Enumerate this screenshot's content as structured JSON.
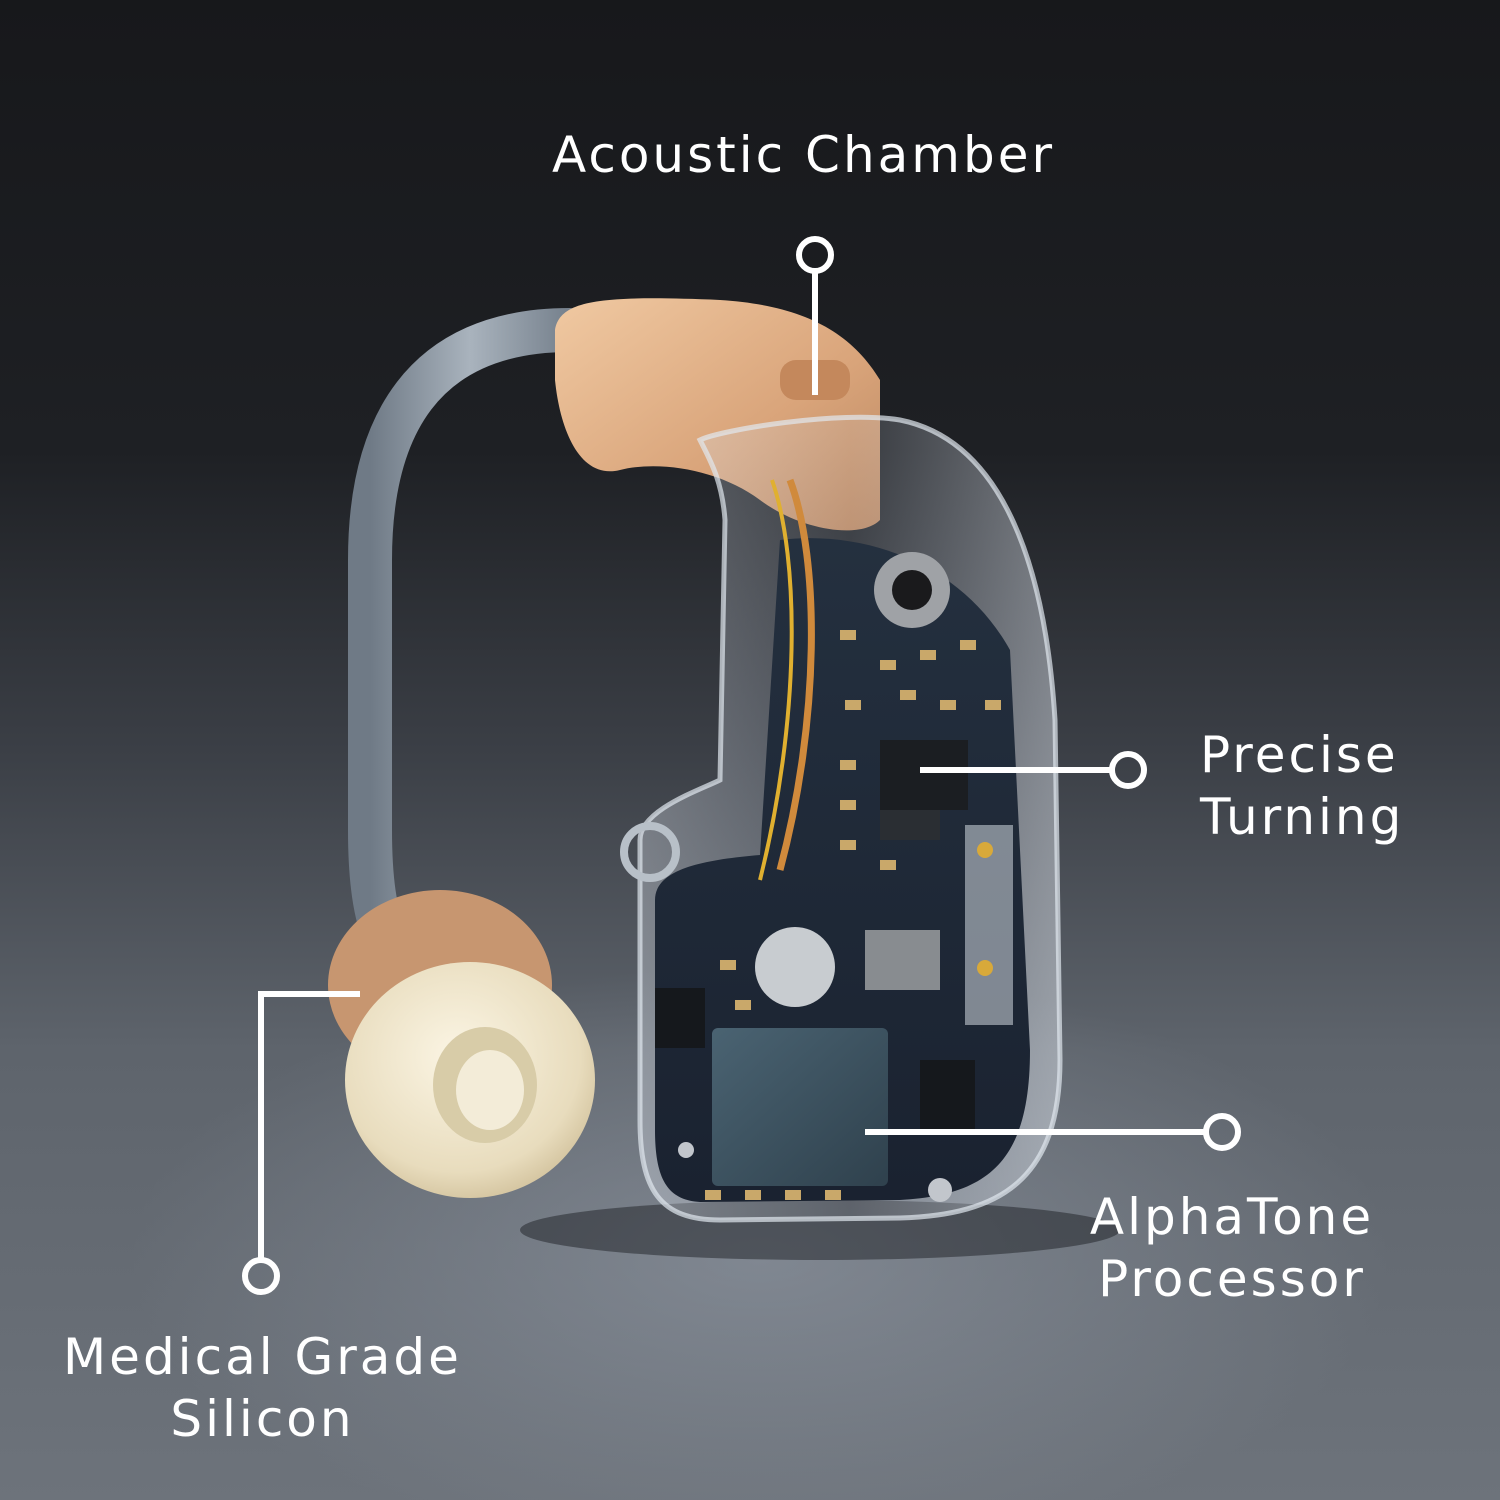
{
  "colors": {
    "background_top": "#17181b",
    "background_bottom": "#6d737b",
    "callout_line": "#ffffff",
    "label_text": "#ffffff",
    "shell_skin": "#e6b88f",
    "circuit_board": "#1f2a3a",
    "ear_tip": "#efe6cf",
    "ear_tube": "#8a96a3",
    "processor_chip": "#3f5563"
  },
  "callouts": {
    "acoustic_chamber": {
      "lines": [
        "Acoustic Chamber"
      ]
    },
    "precise_turning": {
      "lines": [
        "Precise",
        "Turning"
      ]
    },
    "alphatone_processor": {
      "lines": [
        "AlphaTone",
        "Processor"
      ]
    },
    "medical_grade_silicon": {
      "lines": [
        "Medical Grade",
        "Silicon"
      ]
    }
  },
  "product": {
    "name_icon": "hearing-aid-cutaway-icon"
  }
}
